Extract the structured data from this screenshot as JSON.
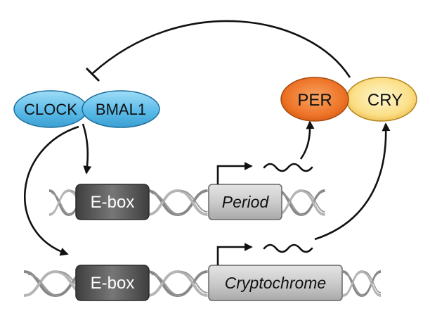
{
  "proteins": {
    "clock": "CLOCK",
    "bmal1": "BMAL1",
    "per": "PER",
    "cry": "CRY"
  },
  "genes": {
    "row1": {
      "ebox_label": "E-box",
      "gene_label": "Period"
    },
    "row2": {
      "ebox_label": "E-box",
      "gene_label": "Cryptochrome"
    }
  },
  "colors": {
    "clock_bmal1_fill": "#55b6e6",
    "per_fill": "#ef7a30",
    "cry_fill": "#fbe08a",
    "ebox_fill": "#555555",
    "gene_fill": "#cfcfcf",
    "dna": "#8c8c8c"
  }
}
